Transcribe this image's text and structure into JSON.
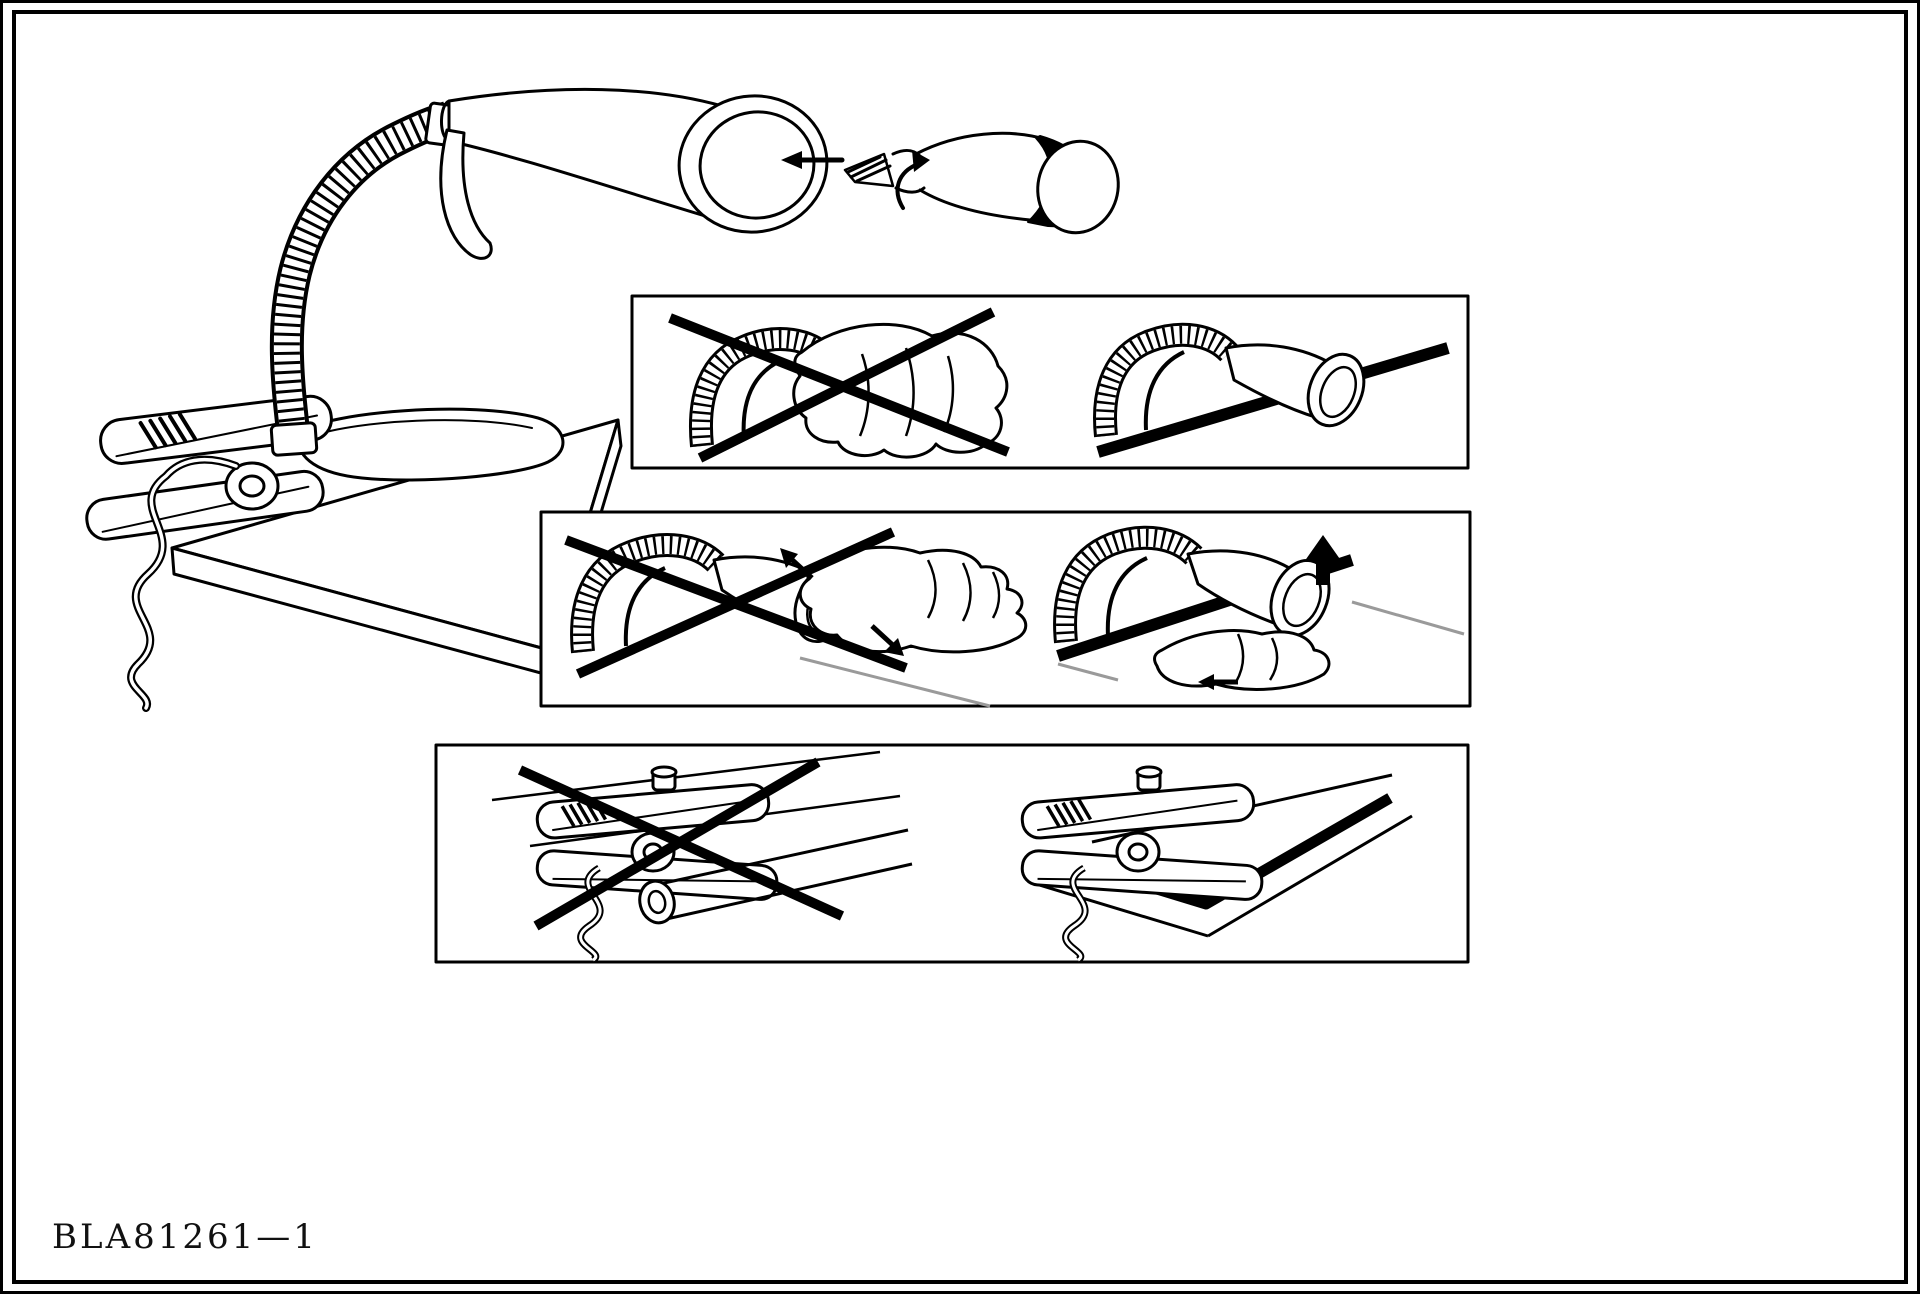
{
  "document": {
    "part_number": "BLA81261—1"
  },
  "colors": {
    "ink": "#000000",
    "paper": "#ffffff",
    "muted_line": "#9a9a9a"
  },
  "figures": {
    "main_illustration": "clip-on-gooseneck-lamp-with-bulb-being-inserted",
    "panel_1": {
      "wrong": "lamp-head-covered-with-cloth",
      "right": "lamp-head-uncovered-on-hard-surface"
    },
    "panel_2": {
      "wrong": "grabbing-hot-lamp-head-to-adjust",
      "right": "adjusting-lamp-correctly-by-holding-base"
    },
    "panel_3": {
      "wrong": "clamp-mounted-on-round-pipe",
      "right": "clamp-mounted-on-flat-board-edge"
    }
  }
}
